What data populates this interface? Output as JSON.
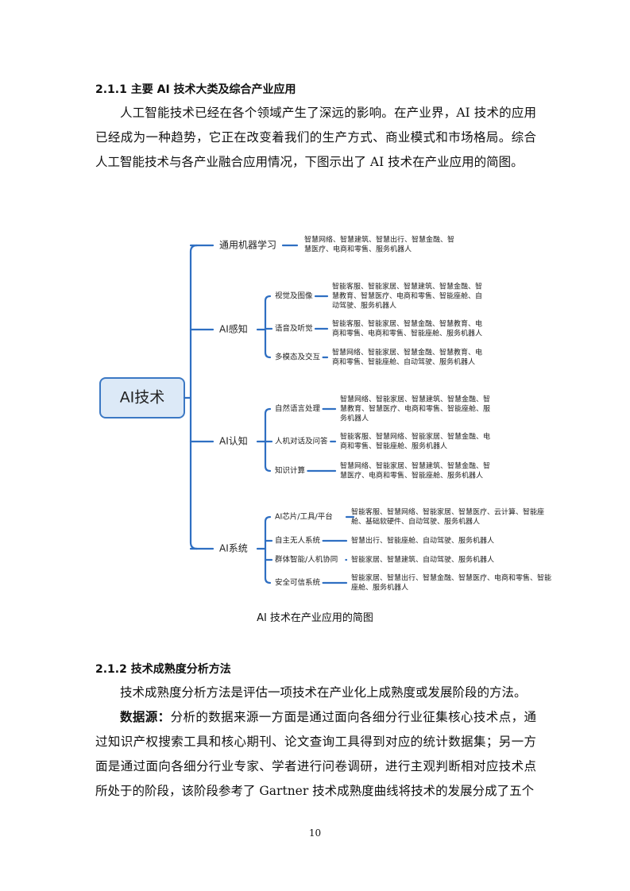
{
  "section1": {
    "heading": "2.1.1 主要 AI 技术大类及综合产业应用",
    "paragraph": "人工智能技术已经在各个领域产生了深远的影响。在产业界，AI 技术的应用已经成为一种趋势，它正在改变着我们的生产方式、商业模式和市场格局。综合人工智能技术与各产业融合应用情况，下图示出了 AI 技术在产业应用的简图。"
  },
  "mindmap": {
    "root": "AI技术",
    "branches": [
      {
        "label": "通用机器学习",
        "children": [],
        "apps": [
          "智慧网络、智慧建筑、智慧出行、智慧金融、智",
          "慧医疗、电商和零售、服务机器人"
        ]
      },
      {
        "label": "AI感知",
        "children": [
          {
            "label": "视觉及图像",
            "apps": [
              "智能客服、智能家居、智慧建筑、智慧金融、智",
              "慧教育、智慧医疗、电商和零售、智能座舱、自",
              "动驾驶、服务机器人"
            ]
          },
          {
            "label": "语音及听觉",
            "apps": [
              "智能客服、智能家居、智慧金融、智慧教育、电",
              "商和零售、电商和零售、智能座舱、服务机器人"
            ]
          },
          {
            "label": "多模态及交互",
            "apps": [
              "智慧网络、智能家居、智慧金融、智慧教育、电",
              "商和零售、智能座舱、自动驾驶、服务机器人"
            ]
          }
        ]
      },
      {
        "label": "AI认知",
        "children": [
          {
            "label": "自然语言处理",
            "apps": [
              "智慧网络、智能家居、智慧建筑、智慧金融、智",
              "慧教育、智慧医疗、电商和零售、智能座舱、服",
              "务机器人"
            ]
          },
          {
            "label": "人机对话及问答",
            "apps": [
              "智能客服、智慧网络、智能家居、智慧金融、电",
              "商和零售、智能座舱、服务机器人"
            ]
          },
          {
            "label": "知识计算",
            "apps": [
              "智慧网络、智能家居、智慧建筑、智慧金融、智",
              "慧医疗、电商和零售、智能座舱、服务机器人"
            ]
          }
        ]
      },
      {
        "label": "AI系统",
        "children": [
          {
            "label": "AI芯片/工具/平台",
            "apps": [
              "智能客服、智慧网络、智能家居、智慧医疗、云计算、智能座",
              "舱、基础软硬件、自动驾驶、服务机器人"
            ]
          },
          {
            "label": "自主无人系统",
            "apps": [
              "智慧出行、智能座舱、自动驾驶、服务机器人"
            ]
          },
          {
            "label": "群体智能/人机协同",
            "apps": [
              "智能家居、智慧建筑、自动驾驶、服务机器人"
            ]
          },
          {
            "label": "安全可信系统",
            "apps": [
              "智能家居、智慧出行、智慧金融、智慧医疗、电商和零售、智能",
              "座舱、服务机器人"
            ]
          }
        ]
      }
    ],
    "line_color": "#2f6fc2",
    "root_fill": "#dce9f7",
    "root_stroke": "#3b78c4"
  },
  "caption": "AI 技术在产业应用的简图",
  "section2": {
    "heading": "2.1.2 技术成熟度分析方法",
    "para1": "技术成熟度分析方法是评估一项技术在产业化上成熟度或发展阶段的方法。",
    "para2_bold": "数据源：",
    "para2_rest": "分析的数据来源一方面是通过面向各细分行业征集核心技术点，通过知识产权搜索工具和核心期刊、论文查询工具得到对应的统计数据集；另一方面是通过面向各细分行业专家、学者进行问卷调研，进行主观判断相对应技术点所处于的阶段，该阶段参考了 Gartner 技术成熟度曲线将技术的发展分成了五个"
  },
  "page_number": "10"
}
